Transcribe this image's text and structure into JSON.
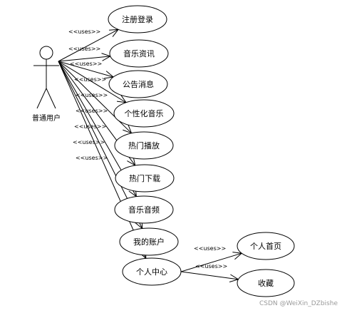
{
  "diagram": {
    "actor": {
      "name": "普通用户"
    },
    "stereotype": "<<uses>>",
    "use_cases": [
      {
        "id": "register",
        "label": "注册登录"
      },
      {
        "id": "music-news",
        "label": "音乐资讯"
      },
      {
        "id": "announcement",
        "label": "公告消息"
      },
      {
        "id": "personalized-music",
        "label": "个性化音乐"
      },
      {
        "id": "hot-play",
        "label": "热门播放"
      },
      {
        "id": "hot-download",
        "label": "热门下载"
      },
      {
        "id": "music-video",
        "label": "音乐音频"
      },
      {
        "id": "my-account",
        "label": "我的账户"
      },
      {
        "id": "personal-center",
        "label": "个人中心"
      },
      {
        "id": "personal-home",
        "label": "个人首页"
      },
      {
        "id": "favorites",
        "label": "收藏"
      }
    ],
    "relations": [
      {
        "from": "actor",
        "to": "register",
        "label": "<<uses>>"
      },
      {
        "from": "actor",
        "to": "music-news",
        "label": "<<uses>>"
      },
      {
        "from": "actor",
        "to": "announcement",
        "label": "<<uses>>"
      },
      {
        "from": "actor",
        "to": "personalized-music",
        "label": "<<uses>>"
      },
      {
        "from": "actor",
        "to": "hot-play",
        "label": "<<uses>>"
      },
      {
        "from": "actor",
        "to": "hot-download",
        "label": "<<uses>>"
      },
      {
        "from": "actor",
        "to": "music-video",
        "label": "<<uses>>"
      },
      {
        "from": "actor",
        "to": "my-account",
        "label": "<<uses>>"
      },
      {
        "from": "actor",
        "to": "personal-center",
        "label": "<<uses>>"
      },
      {
        "from": "personal-center",
        "to": "personal-home",
        "label": "<<uses>>"
      },
      {
        "from": "personal-center",
        "to": "favorites",
        "label": "<<uses>>"
      }
    ]
  },
  "watermark": "CSDN @WeiXin_DZbishe"
}
